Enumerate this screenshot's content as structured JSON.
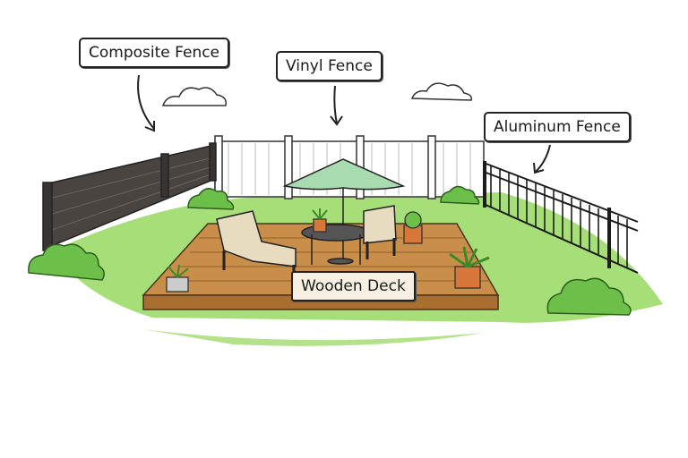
{
  "labels": {
    "composite": "Composite Fence",
    "vinyl": "Vinyl Fence",
    "aluminum": "Aluminum Fence",
    "deck": "Wooden Deck"
  },
  "colors": {
    "grass": "#8fd15a",
    "deck": "#c98f4a",
    "deck_edge": "#a86f30",
    "composite_fence": "#4a4440",
    "vinyl_fence": "#ffffff",
    "aluminum_fence": "#1c1c1c",
    "umbrella": "#a8dcb0",
    "shrub": "#6cc04a"
  }
}
